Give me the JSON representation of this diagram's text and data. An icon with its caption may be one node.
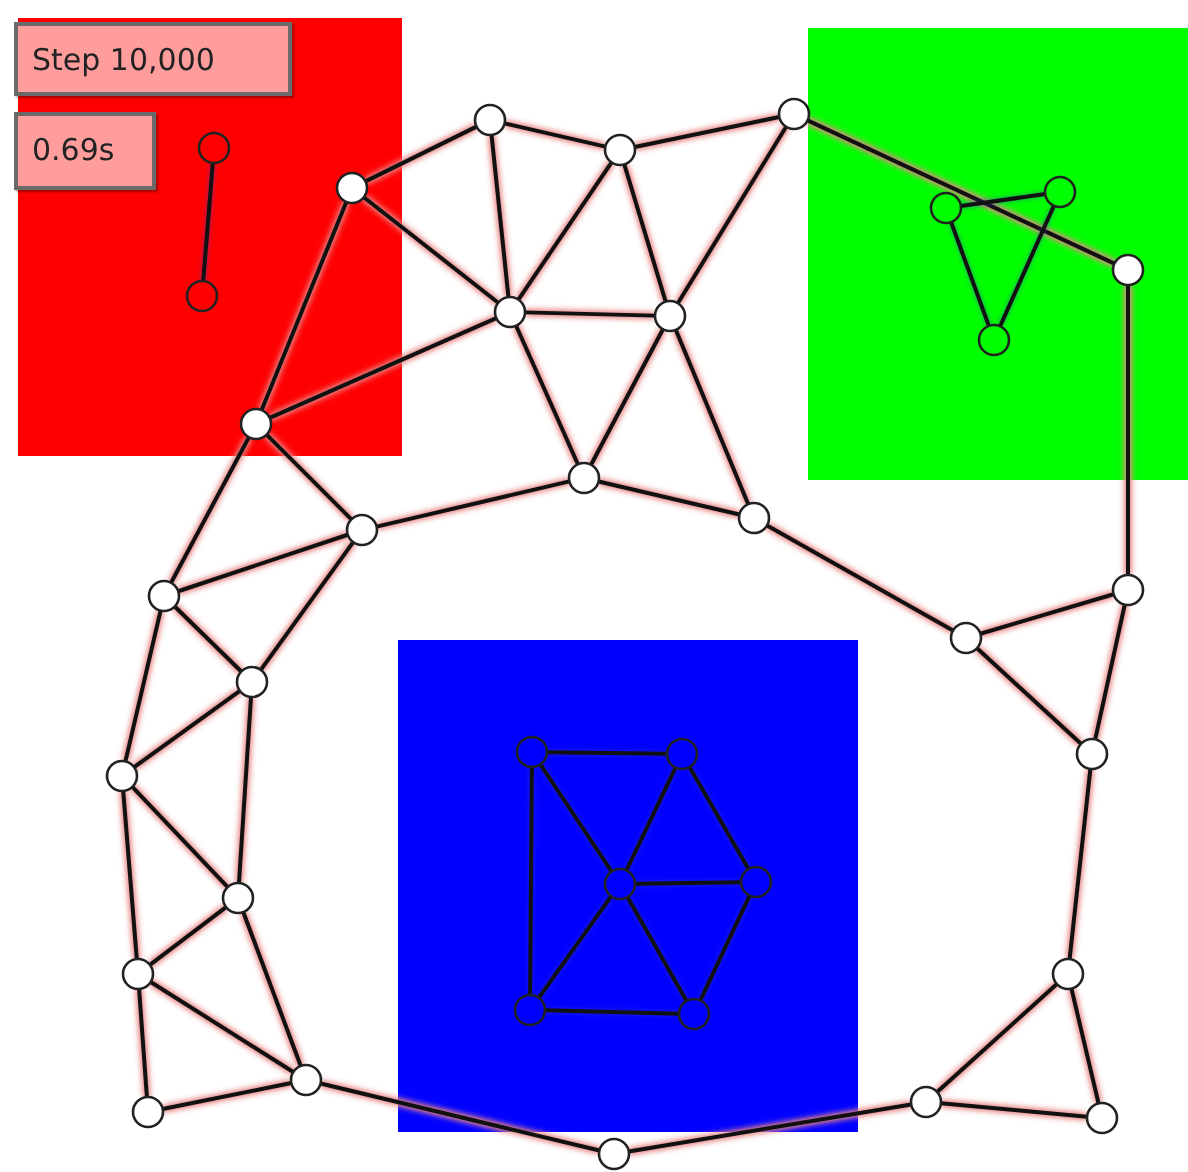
{
  "diagram": {
    "nodes": [
      {
        "text": [
          "Step 10,000"
        ]
      },
      {
        "text": [
          "0.69s"
        ]
      },
      {
        "text": [],
        "shape": "circle"
      },
      {
        "text": [],
        "shape": "circle"
      },
      {
        "text": [],
        "shape": "circle"
      },
      {
        "text": [],
        "shape": "circle"
      },
      {
        "text": [],
        "shape": "circle"
      },
      {
        "text": [],
        "shape": "circle"
      },
      {
        "text": [],
        "shape": "circle"
      },
      {
        "text": [],
        "shape": "circle"
      },
      {
        "text": [],
        "shape": "circle"
      },
      {
        "text": [],
        "shape": "circle"
      },
      {
        "text": [],
        "shape": "circle"
      },
      {
        "text": [],
        "shape": "circle"
      },
      {
        "text": [],
        "shape": "circle"
      },
      {
        "text": [],
        "shape": "circle"
      },
      {
        "text": [],
        "shape": "circle"
      },
      {
        "text": [],
        "shape": "circle"
      },
      {
        "text": [],
        "shape": "circle"
      },
      {
        "text": [],
        "shape": "circle"
      },
      {
        "text": [],
        "shape": "circle"
      },
      {
        "text": [],
        "shape": "circle"
      },
      {
        "text": [],
        "shape": "circle"
      },
      {
        "text": [],
        "shape": "circle"
      },
      {
        "text": [],
        "shape": "circle"
      },
      {
        "text": [],
        "shape": "circle"
      },
      {
        "text": [],
        "shape": "circle"
      },
      {
        "text": [],
        "shape": "circle"
      },
      {
        "text": [],
        "shape": "circle"
      },
      {
        "text": [],
        "shape": "circle"
      },
      {
        "text": [],
        "shape": "circle"
      },
      {
        "text": [],
        "shape": "circle"
      },
      {
        "text": [],
        "shape": "circle"
      },
      {
        "text": [],
        "shape": "circle"
      },
      {
        "text": [],
        "shape": "circle"
      },
      {
        "text": [],
        "shape": "circle"
      },
      {
        "text": [],
        "shape": "circle"
      },
      {
        "text": [],
        "shape": "circle"
      }
    ],
    "edges": [
      {
        "from": 6,
        "to": 3,
        "arrow": "none"
      },
      {
        "from": 3,
        "to": 5,
        "arrow": "none"
      },
      {
        "from": 5,
        "to": 2,
        "arrow": "none"
      },
      {
        "from": 3,
        "to": 11,
        "arrow": "none"
      },
      {
        "from": 6,
        "to": 11,
        "arrow": "none"
      },
      {
        "from": 5,
        "to": 11,
        "arrow": "none"
      },
      {
        "from": 11,
        "to": 12,
        "arrow": "none"
      },
      {
        "from": 5,
        "to": 12,
        "arrow": "none"
      },
      {
        "from": 2,
        "to": 12,
        "arrow": "none"
      },
      {
        "from": 2,
        "to": 9,
        "arrow": "none"
      },
      {
        "from": 9,
        "to": 18,
        "arrow": "none"
      },
      {
        "from": 11,
        "to": 14,
        "arrow": "none"
      },
      {
        "from": 6,
        "to": 14,
        "arrow": "none"
      },
      {
        "from": 12,
        "to": 15,
        "arrow": "none"
      },
      {
        "from": 11,
        "to": 15,
        "arrow": "none"
      },
      {
        "from": 12,
        "to": 16,
        "arrow": "none"
      },
      {
        "from": 15,
        "to": 16,
        "arrow": "none"
      },
      {
        "from": 15,
        "to": 17,
        "arrow": "none"
      },
      {
        "from": 14,
        "to": 17,
        "arrow": "none"
      },
      {
        "from": 14,
        "to": 19,
        "arrow": "none"
      },
      {
        "from": 17,
        "to": 19,
        "arrow": "none"
      },
      {
        "from": 19,
        "to": 21,
        "arrow": "none"
      },
      {
        "from": 17,
        "to": 21,
        "arrow": "none"
      },
      {
        "from": 19,
        "to": 25,
        "arrow": "none"
      },
      {
        "from": 21,
        "to": 25,
        "arrow": "none"
      },
      {
        "from": 21,
        "to": 28,
        "arrow": "none"
      },
      {
        "from": 25,
        "to": 28,
        "arrow": "none"
      },
      {
        "from": 25,
        "to": 29,
        "arrow": "none"
      },
      {
        "from": 28,
        "to": 29,
        "arrow": "none"
      },
      {
        "from": 28,
        "to": 33,
        "arrow": "none"
      },
      {
        "from": 29,
        "to": 33,
        "arrow": "none"
      },
      {
        "from": 29,
        "to": 35,
        "arrow": "none"
      },
      {
        "from": 35,
        "to": 33,
        "arrow": "none"
      },
      {
        "from": 33,
        "to": 37,
        "arrow": "none"
      },
      {
        "from": 37,
        "to": 34,
        "arrow": "none"
      },
      {
        "from": 34,
        "to": 30,
        "arrow": "none"
      },
      {
        "from": 34,
        "to": 36,
        "arrow": "none"
      },
      {
        "from": 30,
        "to": 36,
        "arrow": "none"
      },
      {
        "from": 30,
        "to": 24,
        "arrow": "none"
      },
      {
        "from": 24,
        "to": 18,
        "arrow": "none"
      },
      {
        "from": 18,
        "to": 20,
        "arrow": "none"
      },
      {
        "from": 20,
        "to": 24,
        "arrow": "none"
      },
      {
        "from": 16,
        "to": 20,
        "arrow": "none"
      },
      {
        "from": 4,
        "to": 10,
        "arrow": "none"
      },
      {
        "from": 8,
        "to": 7,
        "arrow": "none"
      },
      {
        "from": 8,
        "to": 13,
        "arrow": "none"
      },
      {
        "from": 7,
        "to": 13,
        "arrow": "none"
      },
      {
        "from": 22,
        "to": 23,
        "arrow": "none"
      },
      {
        "from": 22,
        "to": 31,
        "arrow": "none"
      },
      {
        "from": 22,
        "to": 27,
        "arrow": "none"
      },
      {
        "from": 23,
        "to": 27,
        "arrow": "none"
      },
      {
        "from": 23,
        "to": 26,
        "arrow": "none"
      },
      {
        "from": 27,
        "to": 26,
        "arrow": "none"
      },
      {
        "from": 27,
        "to": 31,
        "arrow": "none"
      },
      {
        "from": 27,
        "to": 32,
        "arrow": "none"
      },
      {
        "from": 26,
        "to": 32,
        "arrow": "none"
      },
      {
        "from": 31,
        "to": 32,
        "arrow": "none"
      }
    ]
  }
}
